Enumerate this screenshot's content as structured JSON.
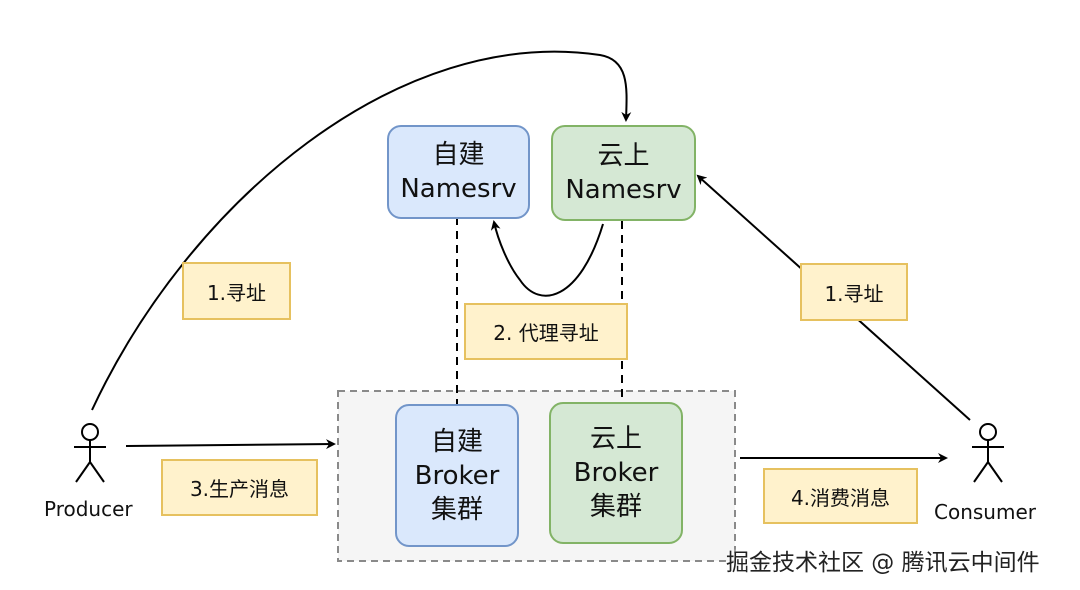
{
  "nodes": {
    "self_namesrv": [
      "自建",
      "Namesrv"
    ],
    "cloud_namesrv": [
      "云上",
      "Namesrv"
    ],
    "self_broker": [
      "自建",
      "Broker",
      "集群"
    ],
    "cloud_broker": [
      "云上",
      "Broker",
      "集群"
    ]
  },
  "labels": {
    "producer_lookup": "1.寻址",
    "consumer_lookup": "1.寻址",
    "proxy_lookup": "2. 代理寻址",
    "produce": "3.生产消息",
    "consume": "4.消费消息"
  },
  "actors": {
    "producer": "Producer",
    "consumer": "Consumer"
  },
  "watermark": "掘金技术社区 @ 腾讯云中间件",
  "colors": {
    "blue_fill": "#dae8fc",
    "blue_stroke": "#7295c9",
    "green_fill": "#d5e8d4",
    "green_stroke": "#82b366",
    "label_fill": "#fff2cc",
    "label_stroke": "#e6c15f"
  }
}
